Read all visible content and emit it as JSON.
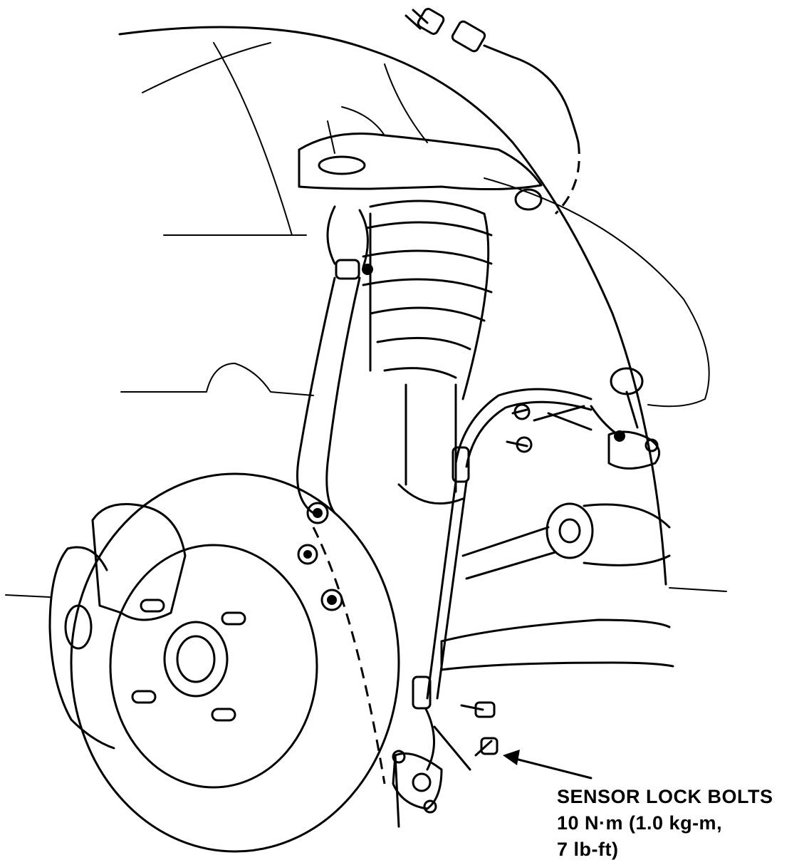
{
  "callout": {
    "title": "SENSOR LOCK BOLTS",
    "torque_line1": "10 N·m (1.0 kg-m,",
    "torque_line2": "7 lb-ft)"
  },
  "colors": {
    "line": "#000000",
    "background": "#ffffff"
  }
}
